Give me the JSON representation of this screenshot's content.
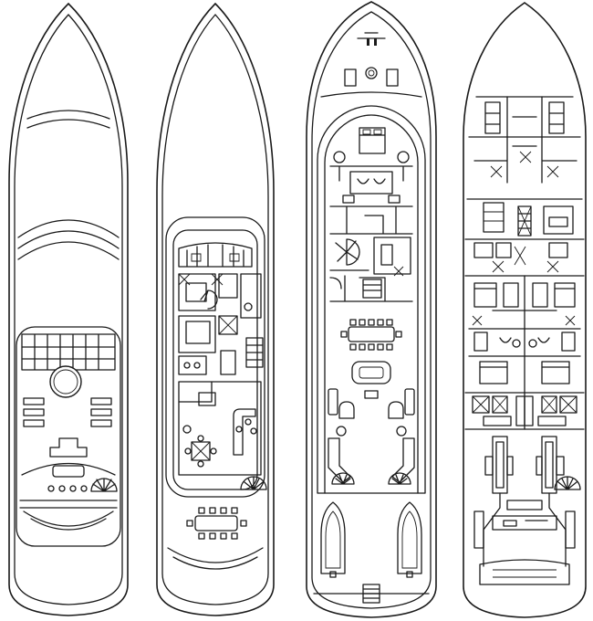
{
  "diagram": {
    "kind": "yacht deck plans",
    "decks": [
      {
        "id": "sun-deck"
      },
      {
        "id": "bridge-deck"
      },
      {
        "id": "main-deck"
      },
      {
        "id": "lower-deck"
      }
    ],
    "colors": {
      "line": "#1a1a1a",
      "background": "#ffffff"
    }
  }
}
